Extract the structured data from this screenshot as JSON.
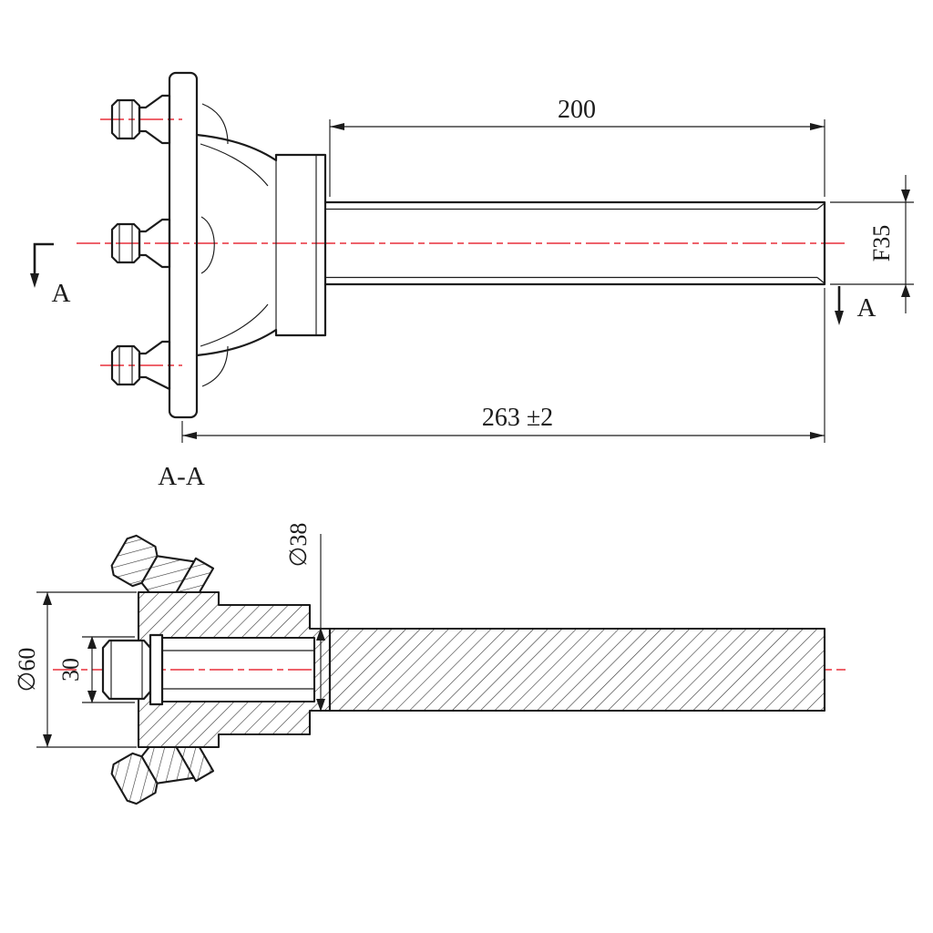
{
  "colors": {
    "line": "#1b1b1b",
    "centerline": "#e30613",
    "background": "#ffffff"
  },
  "side_view": {
    "dim_shaft_length": "200",
    "dim_shaft_diameter": "F35",
    "dim_overall_length": "263 ±2",
    "section_marker_left": "A",
    "section_marker_right": "A"
  },
  "section_view": {
    "title": "A-A",
    "dim_spindle_diameter": "∅38",
    "dim_hub_diameter": "∅60",
    "dim_bore_width": "30"
  }
}
